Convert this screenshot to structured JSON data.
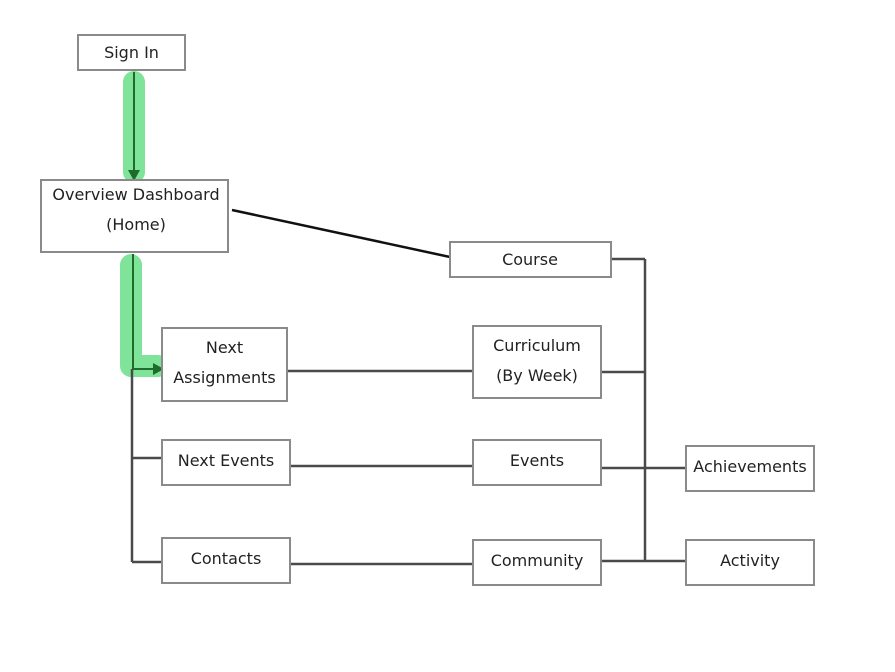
{
  "nodes": {
    "sign_in": {
      "lines": [
        "Sign In"
      ]
    },
    "overview": {
      "lines": [
        "Overview Dashboard",
        "(Home)"
      ]
    },
    "course": {
      "lines": [
        "Course"
      ]
    },
    "next_assignments": {
      "lines": [
        "Next",
        "Assignments"
      ]
    },
    "curriculum": {
      "lines": [
        "Curriculum",
        "(By Week)"
      ]
    },
    "next_events": {
      "lines": [
        "Next Events"
      ]
    },
    "events": {
      "lines": [
        "Events"
      ]
    },
    "achievements": {
      "lines": [
        "Achievements"
      ]
    },
    "contacts": {
      "lines": [
        "Contacts"
      ]
    },
    "community": {
      "lines": [
        "Community"
      ]
    },
    "activity": {
      "lines": [
        "Activity"
      ]
    }
  },
  "colors": {
    "highlight": "#7fe39a",
    "arrow": "#1f6b2a",
    "node_border": "#8a8a8a",
    "connector": "#4a4a4a"
  },
  "highlighted_path": [
    "sign_in",
    "overview",
    "next_assignments"
  ]
}
